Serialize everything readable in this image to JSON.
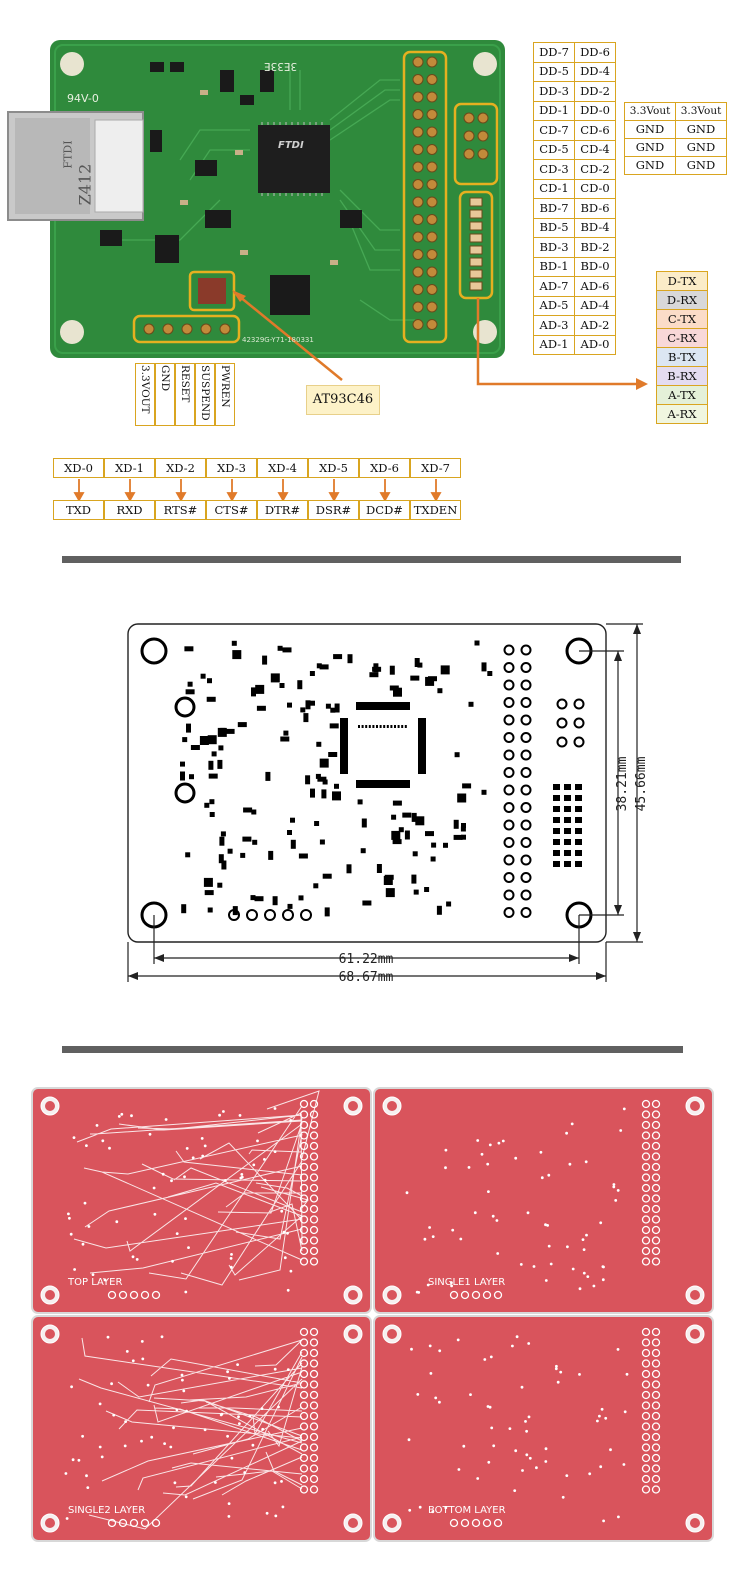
{
  "board": {
    "silk_top": "3E33E",
    "silk_94v": "94V-0",
    "usb_text1": "FTDI",
    "usb_text2": "Z412",
    "chip_brand": "FTDI",
    "serial": "42329G-Y71-180331"
  },
  "pin_header_left": [
    [
      "DD-7",
      "DD-6"
    ],
    [
      "DD-5",
      "DD-4"
    ],
    [
      "DD-3",
      "DD-2"
    ],
    [
      "DD-1",
      "DD-0"
    ],
    [
      "CD-7",
      "CD-6"
    ],
    [
      "CD-5",
      "CD-4"
    ],
    [
      "CD-3",
      "CD-2"
    ],
    [
      "CD-1",
      "CD-0"
    ],
    [
      "BD-7",
      "BD-6"
    ],
    [
      "BD-5",
      "BD-4"
    ],
    [
      "BD-3",
      "BD-2"
    ],
    [
      "BD-1",
      "BD-0"
    ],
    [
      "AD-7",
      "AD-6"
    ],
    [
      "AD-5",
      "AD-4"
    ],
    [
      "AD-3",
      "AD-2"
    ],
    [
      "AD-1",
      "AD-0"
    ]
  ],
  "pin_header_power": [
    [
      "3.3Vout",
      "3.3Vout"
    ],
    [
      "GND",
      "GND"
    ],
    [
      "GND",
      "GND"
    ],
    [
      "GND",
      "GND"
    ]
  ],
  "uart_pins": [
    {
      "label": "D-TX",
      "color": "#fbecc8"
    },
    {
      "label": "D-RX",
      "color": "#d8d8d8"
    },
    {
      "label": "C-TX",
      "color": "#fbdcc8"
    },
    {
      "label": "C-RX",
      "color": "#f8d8d8"
    },
    {
      "label": "B-TX",
      "color": "#dce6f2"
    },
    {
      "label": "B-RX",
      "color": "#e4dcf0"
    },
    {
      "label": "A-TX",
      "color": "#e4f0d8"
    },
    {
      "label": "A-RX",
      "color": "#f0f6e0"
    }
  ],
  "bottom_header": [
    "3.3VOUT",
    "GND",
    "RESET",
    "SUSPEND",
    "PWREN"
  ],
  "eeprom_callout": "AT93C46",
  "xd_row": [
    "XD-0",
    "XD-1",
    "XD-2",
    "XD-3",
    "XD-4",
    "XD-5",
    "XD-6",
    "XD-7"
  ],
  "xd_func": [
    "TXD",
    "RXD",
    "RTS#",
    "CTS#",
    "DTR#",
    "DSR#",
    "DCD#",
    "TXDEN"
  ],
  "dimensions": {
    "inner_h": "38.21mm",
    "outer_h": "45.66mm",
    "inner_w": "61.22mm",
    "outer_w": "68.67mm"
  },
  "layers": [
    "TOP LAYER",
    "SINGLE1 LAYER",
    "SINGLE2 LAYER",
    "BOTTOM LAYER"
  ],
  "colors": {
    "pcb_green": "#2f8a3c",
    "gold": "#d9a520",
    "arrow_orange": "#e07a2a",
    "layer_red": "#d9545c"
  }
}
